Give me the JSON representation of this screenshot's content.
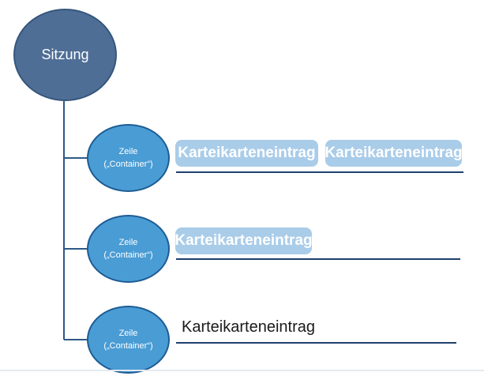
{
  "diagram": {
    "root": {
      "label": "Sitzung"
    },
    "rows": [
      {
        "node": {
          "line1": "Zeile",
          "line2": "(„Container“)"
        },
        "entries": [
          {
            "label": "Karteikarteneintrag",
            "style": "box"
          },
          {
            "label": "Karteikarteneintrag",
            "style": "box"
          }
        ]
      },
      {
        "node": {
          "line1": "Zeile",
          "line2": "(„Container“)"
        },
        "entries": [
          {
            "label": "Karteikarteneintrag",
            "style": "box"
          }
        ]
      },
      {
        "node": {
          "line1": "Zeile",
          "line2": "(„Container“)"
        },
        "entries": [
          {
            "label": "Karteikarteneintrag",
            "style": "plain-text"
          }
        ]
      }
    ],
    "colors": {
      "root_fill": "#4f6e96",
      "root_border": "#35567c",
      "node_fill": "#4a9cd4",
      "node_border": "#1d5c94",
      "entry_box_fill": "#a9cce9",
      "entry_box_text": "#ffffff",
      "plain_entry_text": "#1a1a1a",
      "connector_line": "#2d5986",
      "row_underline": "#1f3f6e",
      "bottom_baseline": "#e3eaf1"
    }
  }
}
